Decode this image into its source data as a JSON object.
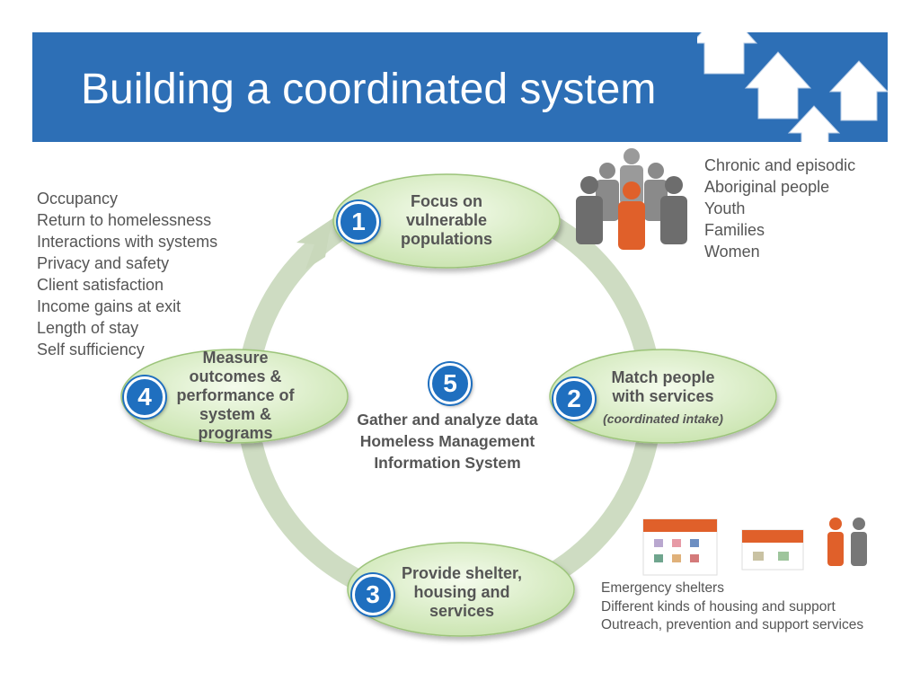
{
  "slide": {
    "title": "Building a coordinated system"
  },
  "left_list": [
    "Occupancy",
    "Return to homelessness",
    "Interactions with systems",
    "Privacy and safety",
    "Client satisfaction",
    "Income gains at exit",
    "Length of stay",
    "Self sufficiency"
  ],
  "top_right_list": [
    "Chronic and episodic",
    "Aboriginal people",
    "Youth",
    "Families",
    "Women"
  ],
  "bottom_right_list": [
    "Emergency shelters",
    "Different kinds of housing and support",
    "Outreach, prevention and support services"
  ],
  "steps": [
    {
      "num": "1",
      "lines": [
        "Focus on",
        "vulnerable",
        "populations"
      ]
    },
    {
      "num": "2",
      "lines": [
        "Match people",
        "with services"
      ],
      "sub": "(coordinated intake)"
    },
    {
      "num": "3",
      "lines": [
        "Provide shelter,",
        "housing and",
        "services"
      ]
    },
    {
      "num": "4",
      "lines": [
        "Measure",
        "outcomes &",
        "performance of",
        "system &",
        "programs"
      ]
    },
    {
      "num": "5",
      "lines": [
        "Gather and analyze data",
        "Homeless Management",
        "Information System"
      ]
    }
  ],
  "colors": {
    "banner": "#2d6fb6",
    "number_circle": "#1f6fbf",
    "ellipse_fill": "#d6ecc0",
    "ring": "#c9d8bb",
    "accent_orange": "#e0602a",
    "text": "#555555"
  }
}
